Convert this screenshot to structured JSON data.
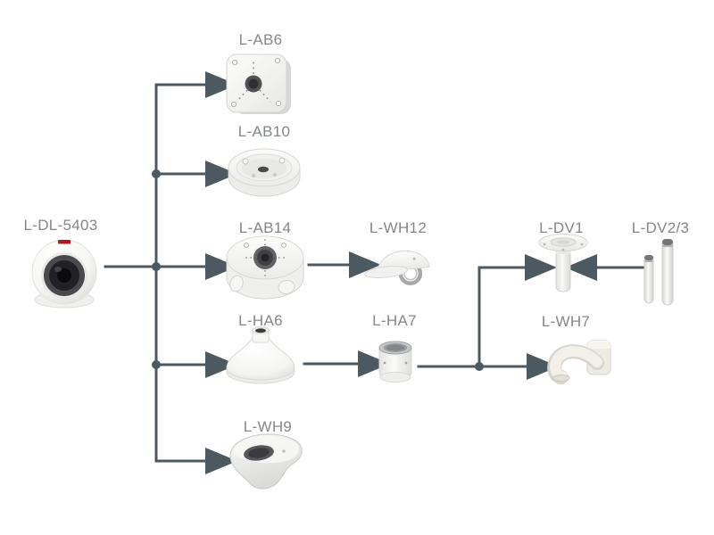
{
  "diagram": {
    "type": "accessory-compatibility-tree",
    "colors": {
      "line": "#4c5961",
      "label": "#83878a",
      "background": "#ffffff"
    },
    "camera": {
      "label": "L-DL-5403",
      "kind": "turret-camera"
    },
    "nodes": {
      "ab6": {
        "label": "L-AB6",
        "kind": "square-junction-box"
      },
      "ab10": {
        "label": "L-AB10",
        "kind": "round-junction-box"
      },
      "ab14": {
        "label": "L-AB14",
        "kind": "round-junction-box-large"
      },
      "wh12": {
        "label": "L-WH12",
        "kind": "weather-hood"
      },
      "ha6": {
        "label": "L-HA6",
        "kind": "pendant-cap-adapter"
      },
      "ha7": {
        "label": "L-HA7",
        "kind": "mount-adapter"
      },
      "dv1": {
        "label": "L-DV1",
        "kind": "ceiling-pendant-mount"
      },
      "dv23": {
        "label": "L-DV2/3",
        "kind": "extension-poles"
      },
      "wh7": {
        "label": "L-WH7",
        "kind": "wall-mount-bracket"
      },
      "wh9": {
        "label": "L-WH9",
        "kind": "curved-wall-bracket"
      }
    },
    "edges": [
      {
        "from": "L-DL-5403",
        "to": "L-AB6"
      },
      {
        "from": "L-DL-5403",
        "to": "L-AB10"
      },
      {
        "from": "L-DL-5403",
        "to": "L-AB14"
      },
      {
        "from": "L-DL-5403",
        "to": "L-HA6"
      },
      {
        "from": "L-DL-5403",
        "to": "L-WH9"
      },
      {
        "from": "L-AB14",
        "to": "L-WH12"
      },
      {
        "from": "L-HA6",
        "to": "L-HA7"
      },
      {
        "from": "L-HA7",
        "to": "L-DV1"
      },
      {
        "from": "L-HA7",
        "to": "L-WH7"
      },
      {
        "from": "L-DV2/3",
        "to": "L-DV1"
      }
    ]
  }
}
